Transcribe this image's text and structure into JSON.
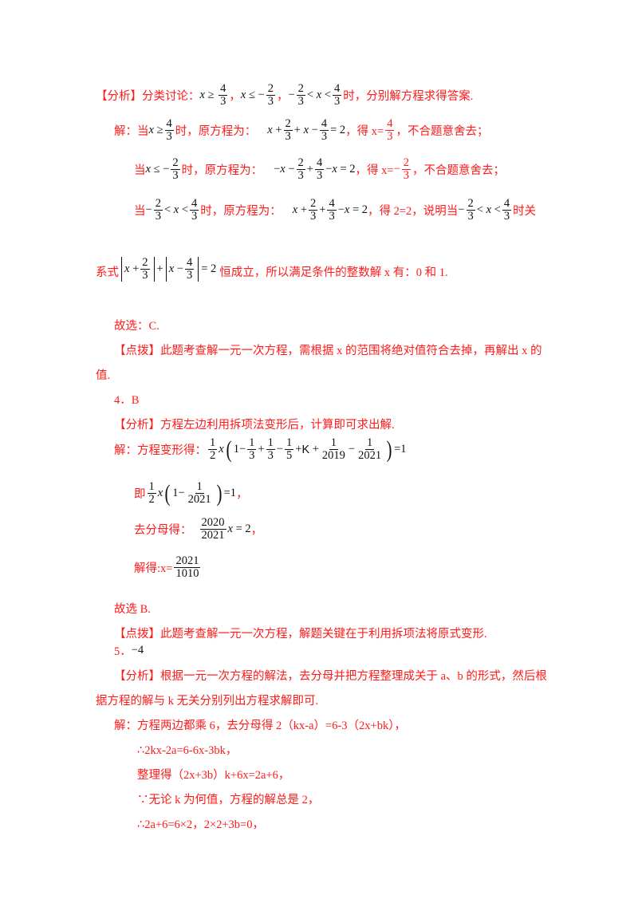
{
  "document": {
    "q3": {
      "analysis_prefix": "【分析】分类讨论：",
      "analysis_cond1": "x ≥ 4/3",
      "analysis_cond2": "x ≤ −2/3",
      "analysis_cond3": "−2/3 < x < 4/3",
      "analysis_suffix": "时，分别解方程求得答案.",
      "sol_case1_prefix": "解：当",
      "sol_case1_mid": "时，原方程为：",
      "sol_case1_eq": "x + 2/3 + x − 4/3 = 2",
      "sol_case1_result": "，得 x=",
      "sol_case1_result_val": "4/3",
      "sol_case1_tail": "，不合题意舍去；",
      "sol_case2_prefix": "当",
      "sol_case2_mid": "时，原方程为：",
      "sol_case2_eq": "−x − 2/3 + 4/3 − x = 2",
      "sol_case2_result": "，得 x=",
      "sol_case2_result_val": "−2/3",
      "sol_case2_tail": "，不合题意舍去；",
      "sol_case3_prefix": "当",
      "sol_case3_mid": "时，原方程为：",
      "sol_case3_eq": "x + 2/3 + 4/3 − x = 2",
      "sol_case3_result": "，得 2=2，说明当",
      "sol_case3_tail": "时关",
      "sol_conclusion_prefix": "系式",
      "sol_conclusion_eq": "|x + 2/3| + |x − 4/3| = 2",
      "sol_conclusion_tail": "恒成立，所以满足条件的整数解 x 有：0 和 1.",
      "choice": "故选：C.",
      "tip_line1": "【点拨】此题考查解一元一次方程，需根据 x 的范围将绝对值符合去掉，再解出 x 的",
      "tip_line2": "值."
    },
    "q4": {
      "heading": "4．B",
      "analysis": "【分析】方程左边利用拆项法变形后，计算即可求出解.",
      "sol_prefix": "解：方程变形得：",
      "sol_eq1": "1/2 x (1 − 1/3 + 1/3 − 1/5 + K + 1/2019 − 1/2021) = 1",
      "step2_prefix": "即",
      "step2_eq": "1/2 x (1 − 1/2021) = 1",
      "step2_tail": "，",
      "step3_prefix": "去分母得：",
      "step3_eq": "2020/2021 x = 2",
      "step3_tail": "，",
      "step4_prefix": "解得:x=",
      "step4_val": "2021/1010",
      "choice": "故选 B.",
      "tip": "【点拨】此题考查解一元一次方程，解题关键在于利用拆项法将原式变形."
    },
    "q5": {
      "heading_num": "5．",
      "heading_ans": "−4",
      "analysis_line1": "【分析】根据一元一次方程的解法，去分母并把方程整理成关于 a、b 的形式，然后根",
      "analysis_line2": "据方程的解与 k 无关分别列出方程求解即可.",
      "sol_line1": "解：方程两边都乘 6，去分母得 2（kx-a）=6-3（2x+bk），",
      "sol_line2": "∴2kx-2a=6-6x-3bk，",
      "sol_line3": "整理得（2x+3b）k+6x=2a+6，",
      "sol_line4": "∵无论 k 为何值，方程的解总是 2，",
      "sol_line5": "∴2a+6=6×2，2×2+3b=0，"
    }
  },
  "colors": {
    "answer_text": "#ff1a1a",
    "math": "#111111",
    "background": "#ffffff"
  }
}
